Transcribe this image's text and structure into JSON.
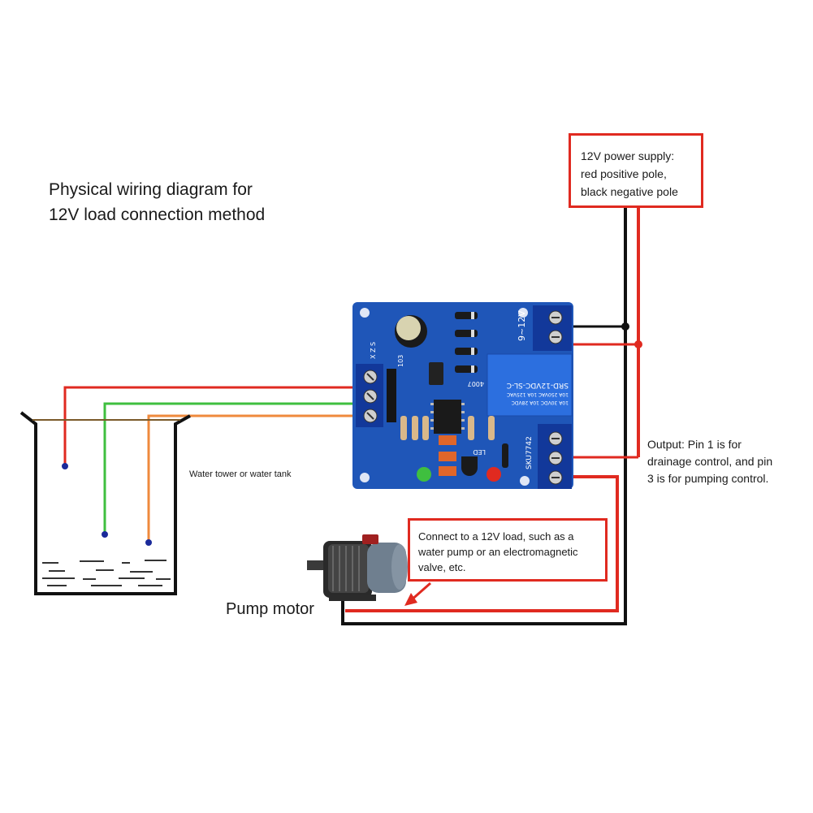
{
  "title": {
    "line1": "Physical wiring diagram for",
    "line2": "12V load connection method"
  },
  "power_supply": {
    "line1": "12V power supply:",
    "line2": "red positive pole,",
    "line3": "black negative pole"
  },
  "output_note": {
    "line1": "Output: Pin 1 is for",
    "line2": "drainage control, and pin",
    "line3": "3 is for pumping control."
  },
  "load_note": {
    "line1": "Connect to a 12V load, such as a",
    "line2": "water pump or an electromagnetic",
    "line3": "valve, etc."
  },
  "tank_label": "Water tower or water tank",
  "pump_label": "Pump motor",
  "board": {
    "power_terminal": "9~12V",
    "probe_terminal": "X Z S",
    "relay_model": "SRD-12VDC-SL-C",
    "relay_rating_1": "10A 250VAC  10A 125VAC",
    "relay_rating_2": "10A 30VDC  10A 28VDC",
    "diode": "4007",
    "capacitor": "103",
    "output_terminal": "SKU7742",
    "led": "LED"
  },
  "colors": {
    "wire_red": "#e02a20",
    "wire_black": "#111111",
    "wire_green": "#3fbf3f",
    "wire_orange": "#ef8a3c",
    "board_blue": "#1f56b8",
    "callout_border": "#e02a20"
  }
}
